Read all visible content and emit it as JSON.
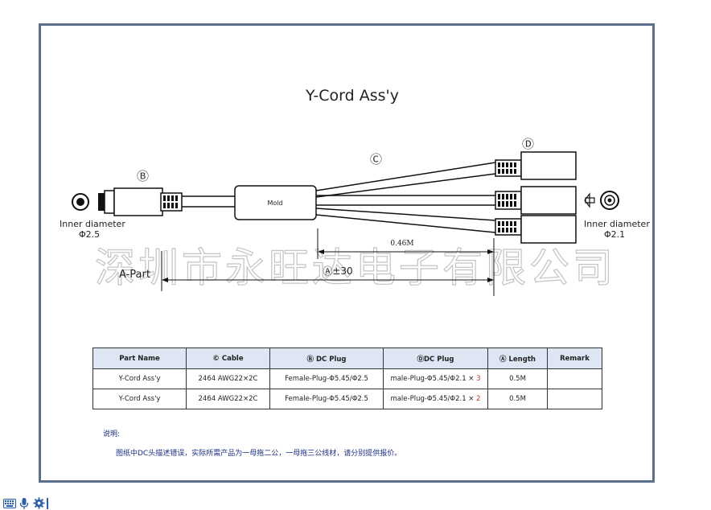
{
  "drawing": {
    "title": "Y-Cord Ass'y",
    "mold_label": "Mold",
    "callouts": {
      "b": "Ⓑ",
      "c": "Ⓒ",
      "d": "Ⓓ"
    },
    "left_inner": {
      "label": "Inner diameter",
      "value": "Φ2.5"
    },
    "right_inner": {
      "label": "Inner diameter",
      "value": "Φ2.1"
    },
    "dim_branch": "0.46M",
    "dim_total": "Ⓐ±30",
    "a_part": "A-Part",
    "watermark": "深圳市永旺达电子有限公司"
  },
  "table": {
    "headers": [
      "Part Name",
      "© Cable",
      "Ⓑ DC Plug",
      "ⒹDC Plug",
      "Ⓐ Length",
      "Remark"
    ],
    "rows": [
      {
        "name": "Y-Cord Ass'y",
        "cable": "2464 AWG22×2C",
        "b_plug": "Female-Plug-Φ5.45/Φ2.5",
        "d_plug": "male-Plug-Φ5.45/Φ2.1 ×",
        "qty": "3",
        "length": "0.5M",
        "remark": ""
      },
      {
        "name": "Y-Cord Ass'y",
        "cable": "2464 AWG22×2C",
        "b_plug": "Female-Plug-Φ5.45/Φ2.5",
        "d_plug": "male-Plug-Φ5.45/Φ2.1 ×",
        "qty": "2",
        "length": "0.5M",
        "remark": ""
      }
    ]
  },
  "notes": {
    "heading": "说明:",
    "body": "图纸中DC头描述错误，实际所需产品为一母拖二公，一母拖三公线材，请分别提供报价。"
  },
  "taskbar": {
    "icons": [
      "keyboard-icon",
      "microphone-icon",
      "gear-icon"
    ]
  }
}
